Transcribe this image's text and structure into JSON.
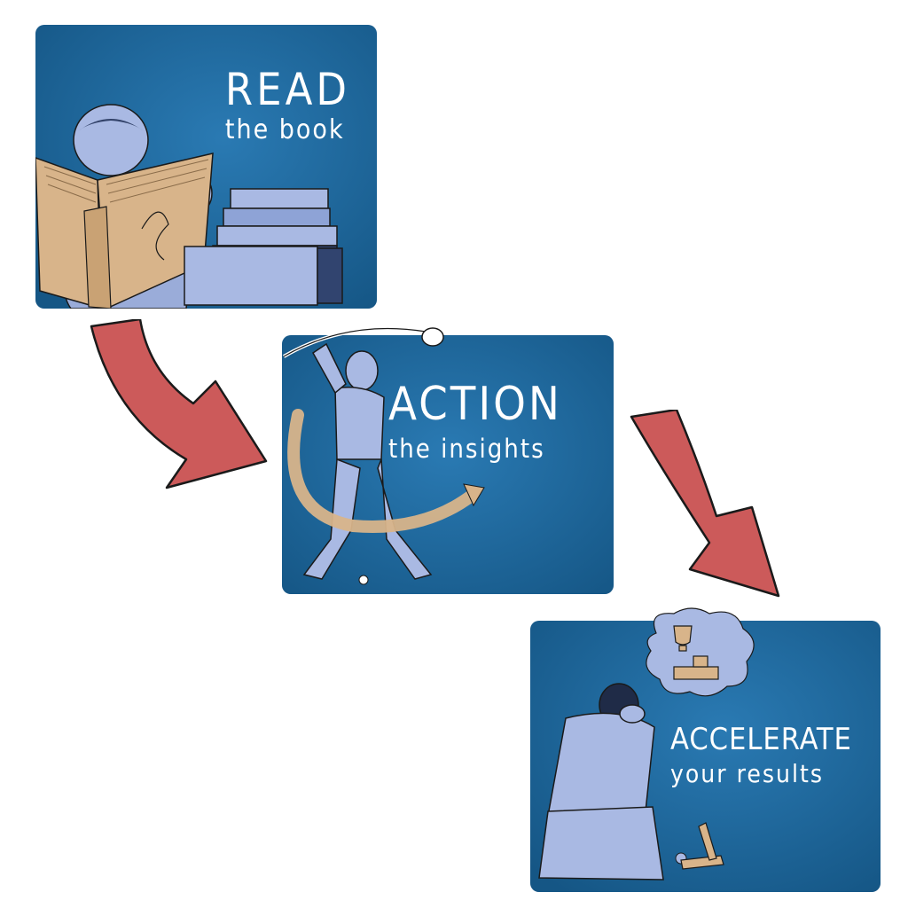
{
  "steps": [
    {
      "heading": "READ",
      "sub": "the book"
    },
    {
      "heading": "ACTION",
      "sub": "the insights"
    },
    {
      "heading": "ACCELERATE",
      "sub": "your results"
    }
  ],
  "colors": {
    "panel_blue": "#1f6aa0",
    "panel_blue_dark": "#14507e",
    "figure_blue": "#a9b9e3",
    "book_tan": "#d8b48a",
    "arrow_red": "#cc5a5a"
  }
}
